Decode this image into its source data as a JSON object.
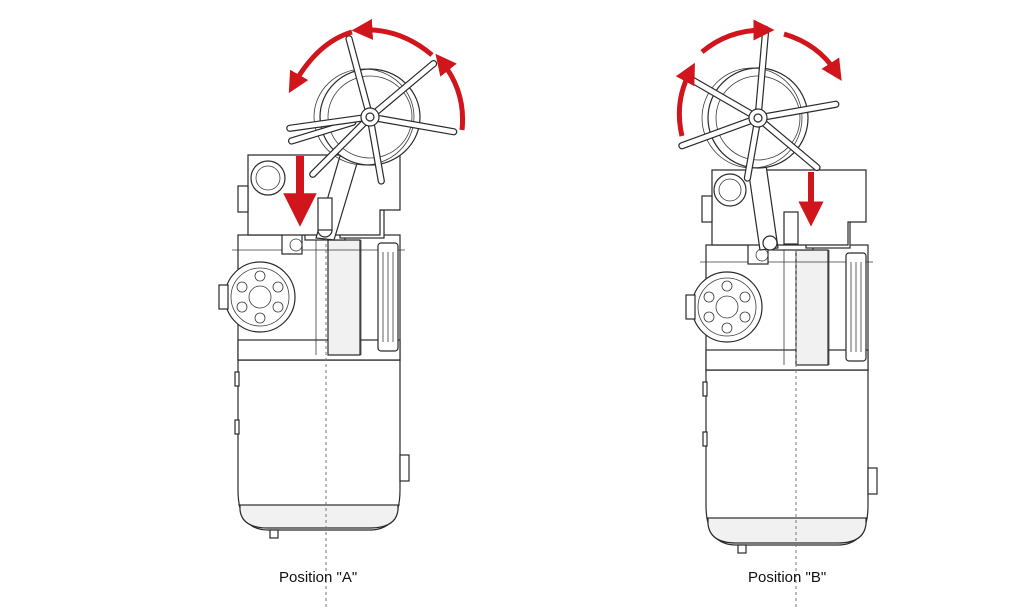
{
  "captions": {
    "position_a": "Position \"A\"",
    "position_b": "Position \"B\""
  },
  "colors": {
    "arrow": "#d0161c",
    "line": "#2a2a2a",
    "shade": "#f1f1f1"
  },
  "icons": {
    "rotation_arrow": "curved-arrow",
    "feed_arrow": "down-arrow"
  }
}
